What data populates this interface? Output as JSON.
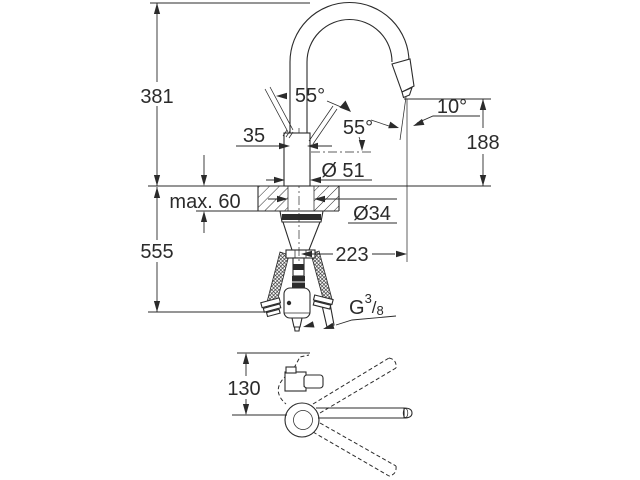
{
  "drawing_type": "faucet technical dimension drawing",
  "dimensions": {
    "height_overall": "381",
    "height_below_counter": "555",
    "counter_thickness": "max. 60",
    "pipe_diameter": "35",
    "lever_angle_left": "55°",
    "lever_angle_front": "55°",
    "spout_tip_angle": "10°",
    "spout_outlet_height": "188",
    "base_diameter": "Ø 51",
    "mounting_hole_diameter": "Ø34",
    "spout_reach": "223",
    "swivel_body_depth": "130",
    "thread": {
      "prefix": "G",
      "numerator": "3",
      "slash": "/",
      "denominator": "8"
    }
  },
  "colors": {
    "line": "#2b2b2b",
    "background": "#ffffff"
  }
}
